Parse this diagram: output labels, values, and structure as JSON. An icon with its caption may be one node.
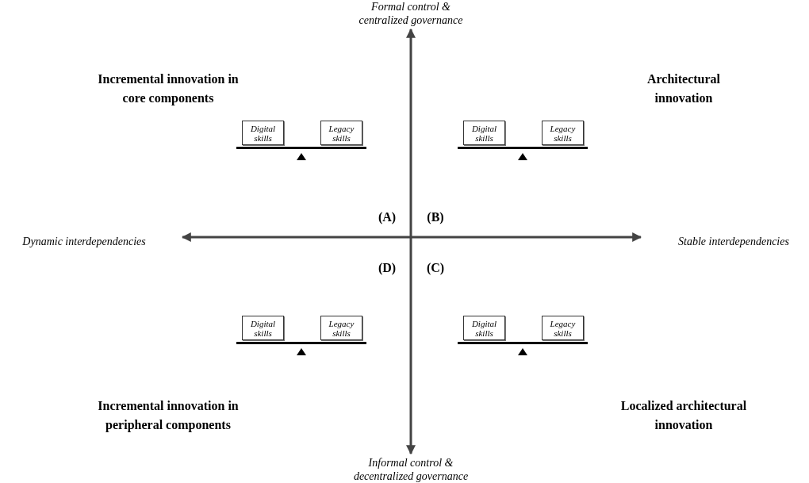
{
  "diagram": {
    "nodes": [
      {
        "text": [
          "Digital skills"
        ]
      },
      {
        "text": [
          "Legacy skills"
        ]
      },
      {
        "text": [
          "Digital skills"
        ]
      },
      {
        "text": [
          "Legacy skills"
        ]
      },
      {
        "text": [
          "Digital skills"
        ]
      },
      {
        "text": [
          "Legacy skills"
        ]
      },
      {
        "text": [
          "Digital skills"
        ]
      },
      {
        "text": [
          "Legacy skills"
        ]
      }
    ],
    "edges": [],
    "labels": [
      "Formal control & centralized governance",
      "Incremental innovation in core components",
      "Architectural innovation",
      "(A)",
      "(B)",
      "Dynamic interdependencies",
      "Stable interdependencies",
      "(D)",
      "(C)",
      "Incremental innovation in peripheral components",
      "Localized architectural innovation",
      "Informal control & decentralized governance"
    ]
  }
}
